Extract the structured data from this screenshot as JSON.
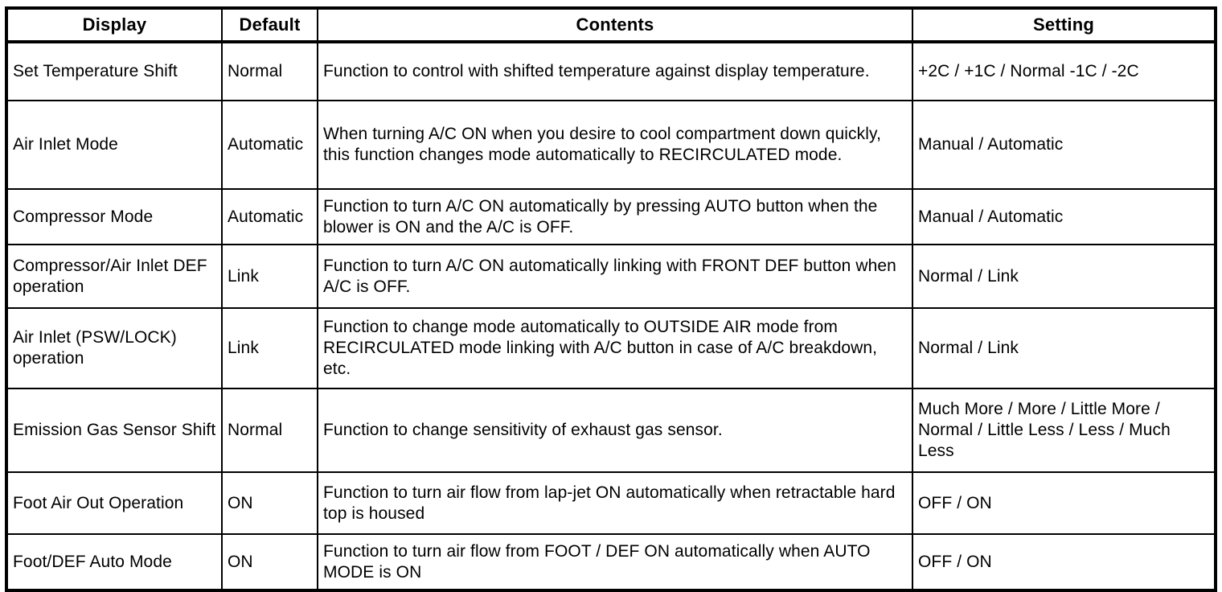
{
  "colors": {
    "background": "#ffffff",
    "border": "#000000",
    "text": "#000000"
  },
  "table": {
    "headers": {
      "display": "Display",
      "default": "Default",
      "contents": "Contents",
      "setting": "Setting"
    },
    "rows": [
      {
        "display": "Set Temperature Shift",
        "default": "Normal",
        "contents": "Function to control with shifted temperature against display temperature.",
        "setting": "+2C / +1C / Normal -1C / -2C"
      },
      {
        "display": "Air Inlet Mode",
        "default": "Automatic",
        "contents": "When turning A/C ON when you desire to cool compartment down quickly, this function changes mode automatically to RECIRCULATED mode.",
        "setting": "Manual / Automatic"
      },
      {
        "display": "Compressor Mode",
        "default": "Automatic",
        "contents": "Function to turn A/C ON automatically by pressing AUTO button when the blower is ON and the A/C is OFF.",
        "setting": "Manual / Automatic"
      },
      {
        "display": "Compressor/Air Inlet DEF operation",
        "default": "Link",
        "contents": "Function to turn A/C ON automatically linking with FRONT DEF button when A/C is OFF.",
        "setting": "Normal / Link"
      },
      {
        "display": "Air Inlet (PSW/LOCK) operation",
        "default": "Link",
        "contents": "Function to change mode automatically to OUTSIDE AIR mode from RECIRCULATED mode linking with A/C button in case of A/C breakdown, etc.",
        "setting": "Normal / Link"
      },
      {
        "display": "Emission Gas Sensor Shift",
        "default": "Normal",
        "contents": "Function to change sensitivity of exhaust gas sensor.",
        "setting": "Much More / More / Little More / Normal / Little Less / Less / Much Less"
      },
      {
        "display": "Foot Air Out Operation",
        "default": "ON",
        "contents": "Function to turn air flow from lap-jet ON automatically when retractable hard top is housed",
        "setting": "OFF / ON"
      },
      {
        "display": "Foot/DEF Auto Mode",
        "default": "ON",
        "contents": "Function to turn air flow from FOOT / DEF ON automatically when AUTO MODE is ON",
        "setting": "OFF / ON"
      }
    ]
  }
}
